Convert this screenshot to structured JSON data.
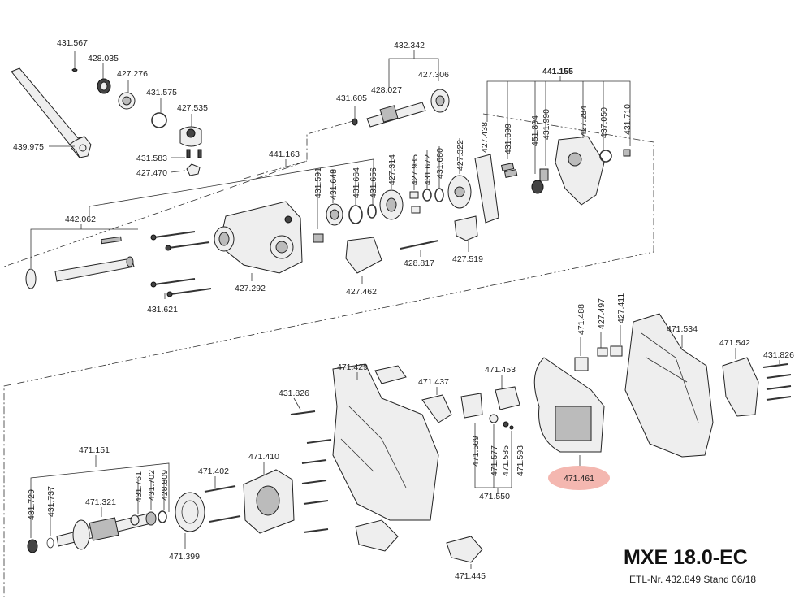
{
  "model": "MXE 18.0-EC",
  "etl_line": "ETL-Nr. 432.849   Stand 06/18",
  "highlight": {
    "part": "471.461",
    "color": "#f4b7b0"
  },
  "labels": {
    "p431567": "431.567",
    "p428035": "428.035",
    "p427276": "427.276",
    "p431575": "431.575",
    "p427535": "427.535",
    "p431583": "431.583",
    "p427470": "427.470",
    "p439975": "439.975",
    "p432342": "432.342",
    "p428027": "428.027",
    "p427306": "427.306",
    "p431605": "431.605",
    "p441155": "441.155",
    "p427438": "427.438",
    "p431699": "431.699",
    "p451894": "451.894",
    "p431990": "431.990",
    "p427284": "427.284",
    "p437050": "437.050",
    "p431710": "431.710",
    "p441163": "441.163",
    "p431591": "431.591",
    "p431648": "431.648",
    "p431664": "431.664",
    "p431656": "431.656",
    "p427314": "427.314",
    "p427985": "427.985",
    "p431672": "431.672",
    "p431680": "431.680",
    "p427322": "427.322",
    "p442062": "442.062",
    "p431621": "431.621",
    "p427292": "427.292",
    "p427462": "427.462",
    "p428817": "428.817",
    "p427519": "427.519",
    "p471488": "471.488",
    "p427497": "427.497",
    "p427411": "427.411",
    "p471534": "471.534",
    "p471542": "471.542",
    "p431826a": "431.826",
    "p471429": "471.429",
    "p471437": "471.437",
    "p471453": "471.453",
    "p431826b": "431.826",
    "p471569": "471.569",
    "p471577": "471.577",
    "p471585": "471.585",
    "p471593": "471.593",
    "p471550": "471.550",
    "p471461": "471.461",
    "p471151": "471.151",
    "p431729": "431.729",
    "p431737": "431.737",
    "p471321": "471.321",
    "p431761": "431.761",
    "p431702": "431.702",
    "p428809": "428.809",
    "p471402": "471.402",
    "p471410": "471.410",
    "p471399": "471.399",
    "p471445": "471.445"
  }
}
